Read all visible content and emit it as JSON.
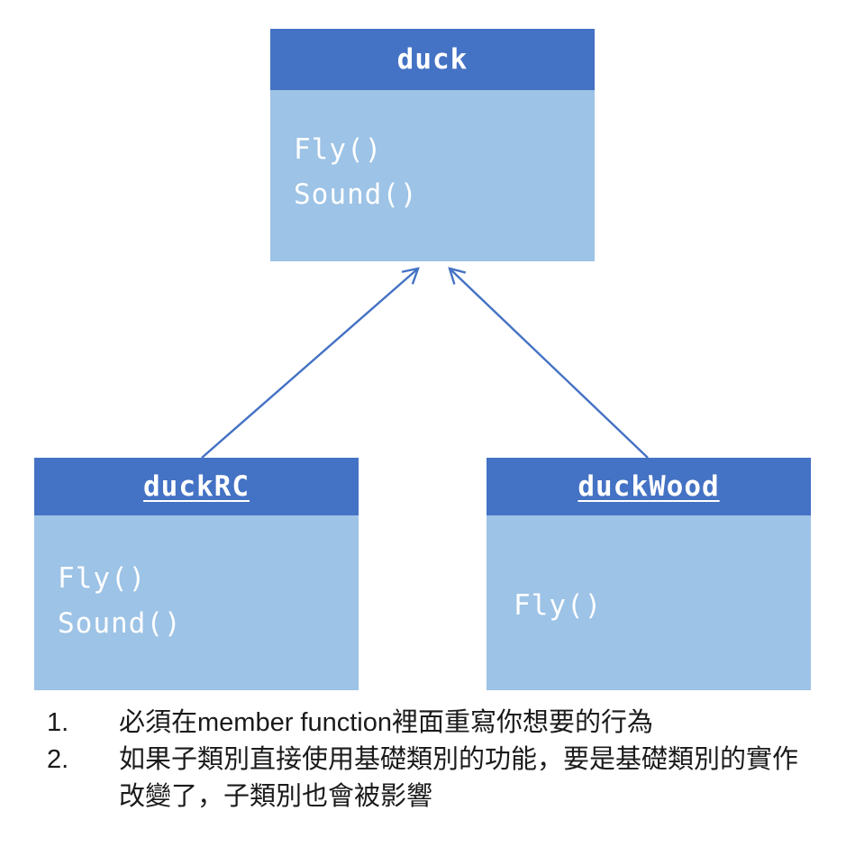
{
  "diagram": {
    "colors": {
      "header_fill": "#4472C4",
      "body_fill": "#9DC3E6",
      "arrow": "#4472C4",
      "box_text": "#FFFFFF"
    },
    "parent": {
      "title": "duck",
      "methods": [
        "Fly()",
        "Sound()"
      ]
    },
    "children": [
      {
        "title": "duckRC",
        "methods": [
          "Fly()",
          "Sound()"
        ]
      },
      {
        "title": "duckWood",
        "methods": [
          "Fly()"
        ]
      }
    ]
  },
  "notes": {
    "items": [
      {
        "number": "1.",
        "text": "必須在member function裡面重寫你想要的行為"
      },
      {
        "number": "2.",
        "text": "如果子類別直接使用基礎類別的功能，要是基礎類別的實作改變了，子類別也會被影響"
      }
    ]
  }
}
